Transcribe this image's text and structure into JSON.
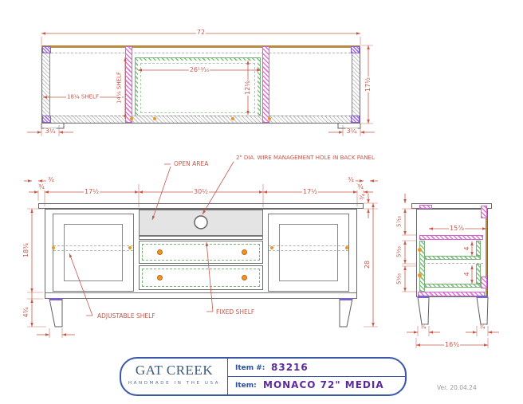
{
  "colors": {
    "dimension": "#c9574a",
    "hatch_pink": "#e573dc",
    "hatch_green": "#86bf86",
    "hatch_purple": "#a678e0",
    "pin_orange": "#f29322",
    "edge_tan": "#b98a3f",
    "title_border_blue": "#3a57a8",
    "brand_navy": "#3b5a7c",
    "item_purple": "#5b2a9b"
  },
  "tv": {
    "w": "72",
    "d": "17½",
    "ow": "26¹³⁄₁₆",
    "od": "12⅛",
    "shelf_d": "14⅝ SHELF",
    "shelf_w": "18¼ SHELF",
    "inset_l": "3¼",
    "inset_r": "3¼"
  },
  "fv": {
    "open_area": "OPEN AREA",
    "wire": "2\" DIA. WIRE MANAGEMENT HOLE IN BACK PANEL",
    "adj": "ADJUSTABLE SHELF",
    "fixed": "FIXED SHELF",
    "oh_l": "¾",
    "end_l": "¾",
    "door_l": "17½",
    "center": "30½",
    "door_r": "17½",
    "end_r": "¾",
    "oh_r": "¾",
    "case_h": "18¾",
    "leg_h": "4¾",
    "top_t": "¾",
    "total_h": "28"
  },
  "sv": {
    "inner_d": "15⅞",
    "open_h": "5⁷⁄₁₆",
    "dr1": "5³⁄₁₆",
    "dr2": "5³⁄₁₆",
    "box1": "4",
    "box2": "4",
    "leg_f": "¾",
    "leg_b": "¾",
    "total_d": "16¾"
  },
  "tb": {
    "brand": "GAT CREEK",
    "tagline": "HANDMADE IN THE USA",
    "item_no_label": "Item #:",
    "item_no": "83216",
    "item_label": "Item:",
    "item_name": "MONACO 72\" MEDIA"
  },
  "ver": "Ver. 20.04.24"
}
